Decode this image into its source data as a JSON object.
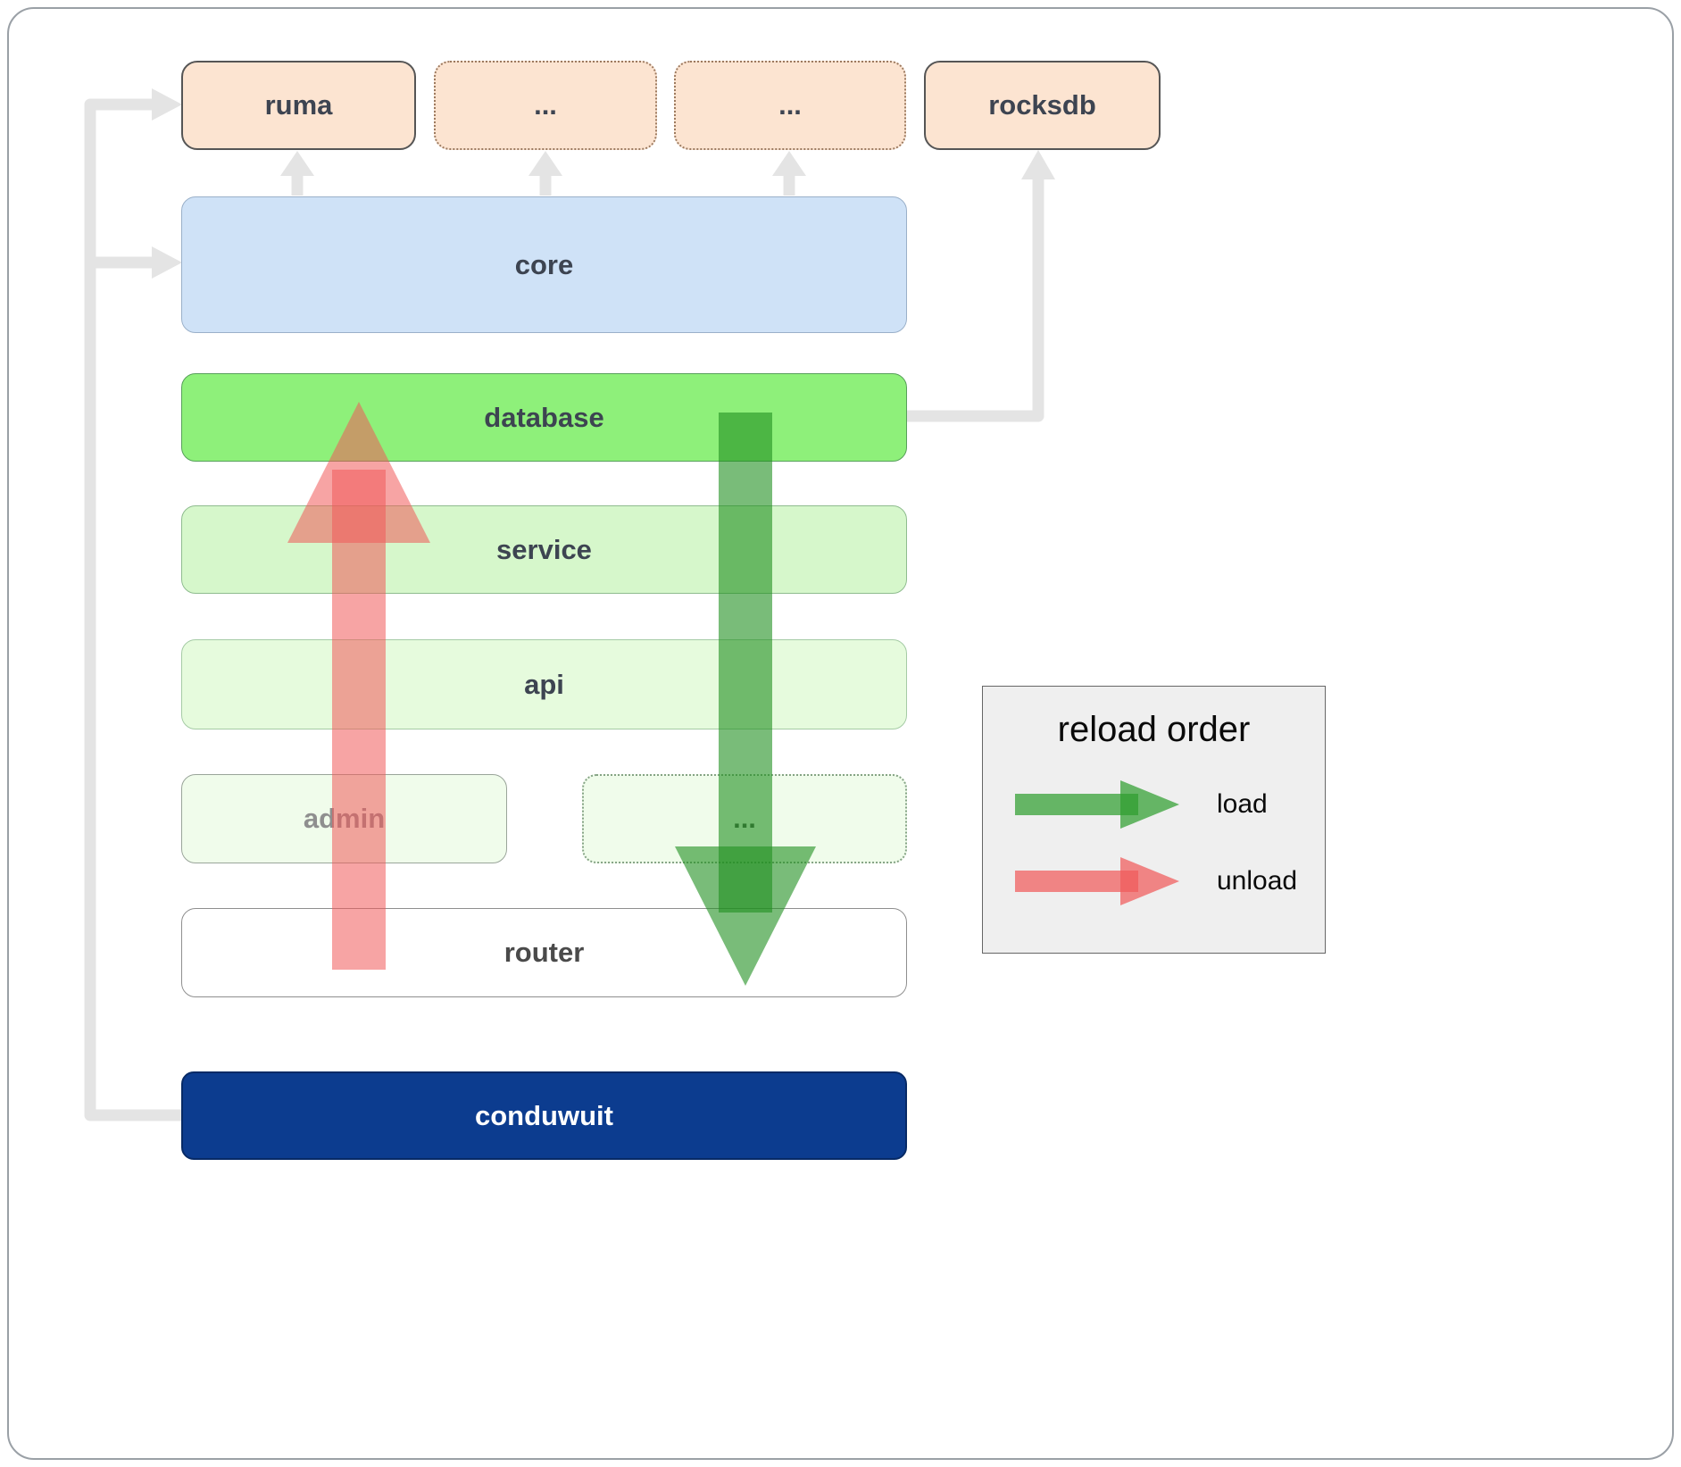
{
  "diagram": {
    "top_row": [
      {
        "label": "ruma"
      },
      {
        "label": "..."
      },
      {
        "label": "..."
      },
      {
        "label": "rocksdb"
      }
    ],
    "layers": {
      "core": "core",
      "database": "database",
      "service": "service",
      "api": "api",
      "admin": "admin",
      "modules_more": "...",
      "router": "router",
      "conduwuit": "conduwuit"
    },
    "legend": {
      "title": "reload order",
      "load_label": "load",
      "unload_label": "unload"
    },
    "colors": {
      "top_box_fill": "#fce4d1",
      "core_fill": "#cfe2f7",
      "database_fill": "#8ef07a",
      "service_fill": "#d6f7cb",
      "api_fill": "#e6fbdd",
      "admin_fill": "#f0fceb",
      "router_fill": "#ffffff",
      "conduwuit_fill": "#0c3c8f",
      "load_arrow": "#1f8f1f",
      "unload_arrow": "#f05a5a",
      "dependency_arrow": "#e4e4e4"
    }
  }
}
